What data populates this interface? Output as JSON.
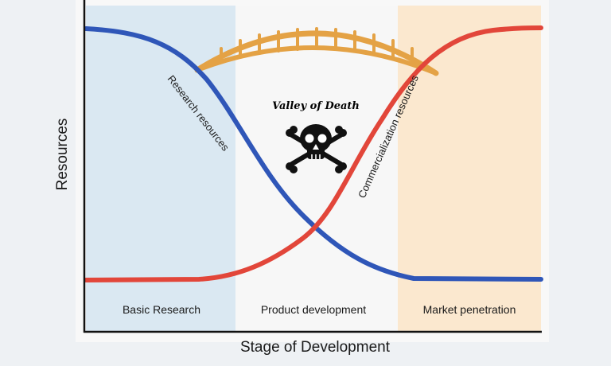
{
  "axes": {
    "y_label": "Resources",
    "x_label": "Stage of Development"
  },
  "regions": [
    {
      "label": "Basic Research",
      "color": "#dae8f2"
    },
    {
      "label": "Product development",
      "color": "#f7f7f7"
    },
    {
      "label": "Market penetration",
      "color": "#fbe8cf"
    }
  ],
  "curves": {
    "research_label": "Research resources",
    "research_color": "#2f56b8",
    "commercialization_label": "Commercialization resources",
    "commercialization_color": "#e2463a"
  },
  "bridge": {
    "color": "#e4a245"
  },
  "valley": {
    "label": "Valley of Death",
    "icon": "skull-and-crossbones-icon"
  },
  "colors": {
    "plot_background": "#f8f8f8",
    "axis": "#111111",
    "skull": "#111111"
  }
}
